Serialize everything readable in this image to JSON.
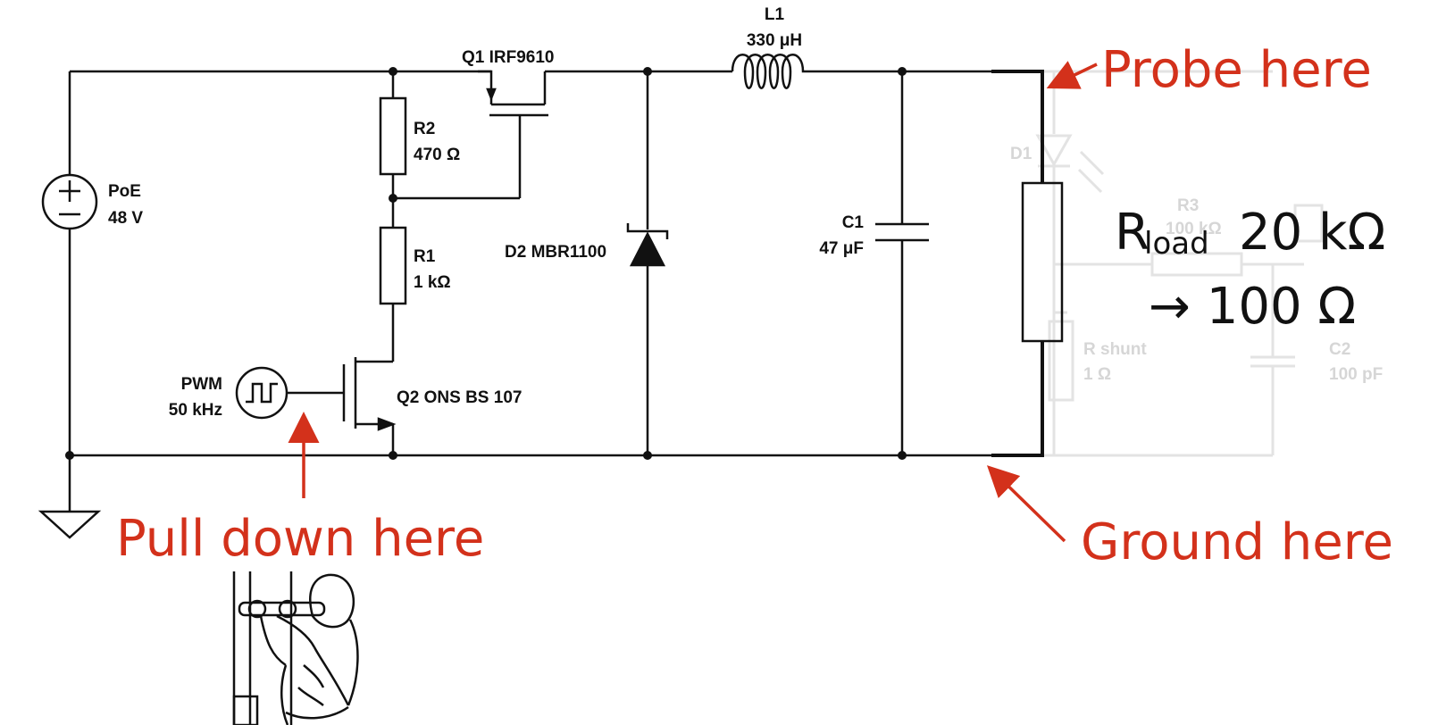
{
  "colors": {
    "wire": "#111111",
    "annotation": "#d3311b",
    "faded": "#d9d9d9"
  },
  "components": {
    "q1": {
      "label": "Q1 IRF9610"
    },
    "l1": {
      "name": "L1",
      "value": "330 μH"
    },
    "r2": {
      "name": "R2",
      "value": "470 Ω"
    },
    "r1": {
      "name": "R1",
      "value": "1 kΩ"
    },
    "poe": {
      "name": "PoE",
      "value": "48 V"
    },
    "d2": {
      "label": "D2 MBR1100"
    },
    "c1": {
      "name": "C1",
      "value": "47 μF"
    },
    "pwm": {
      "name": "PWM",
      "value": "50 kHz"
    },
    "q2": {
      "label": "Q2 ONS BS 107"
    }
  },
  "faded_components": {
    "d1": {
      "name": "D1"
    },
    "r3": {
      "name": "R3",
      "value": "100 kΩ"
    },
    "r_shunt": {
      "name": "R shunt",
      "value": "1 Ω"
    },
    "c2": {
      "name": "C2",
      "value": "100 pF"
    }
  },
  "annotations": {
    "probe": "Probe here",
    "ground": "Ground here",
    "pulldown": "Pull down here",
    "rload_prefix": "R",
    "rload_subscript": "load",
    "rload_from": "20 kΩ",
    "rload_to": "→ 100 Ω"
  },
  "illustration": {
    "icon": "pull-down-exercise-figure"
  }
}
